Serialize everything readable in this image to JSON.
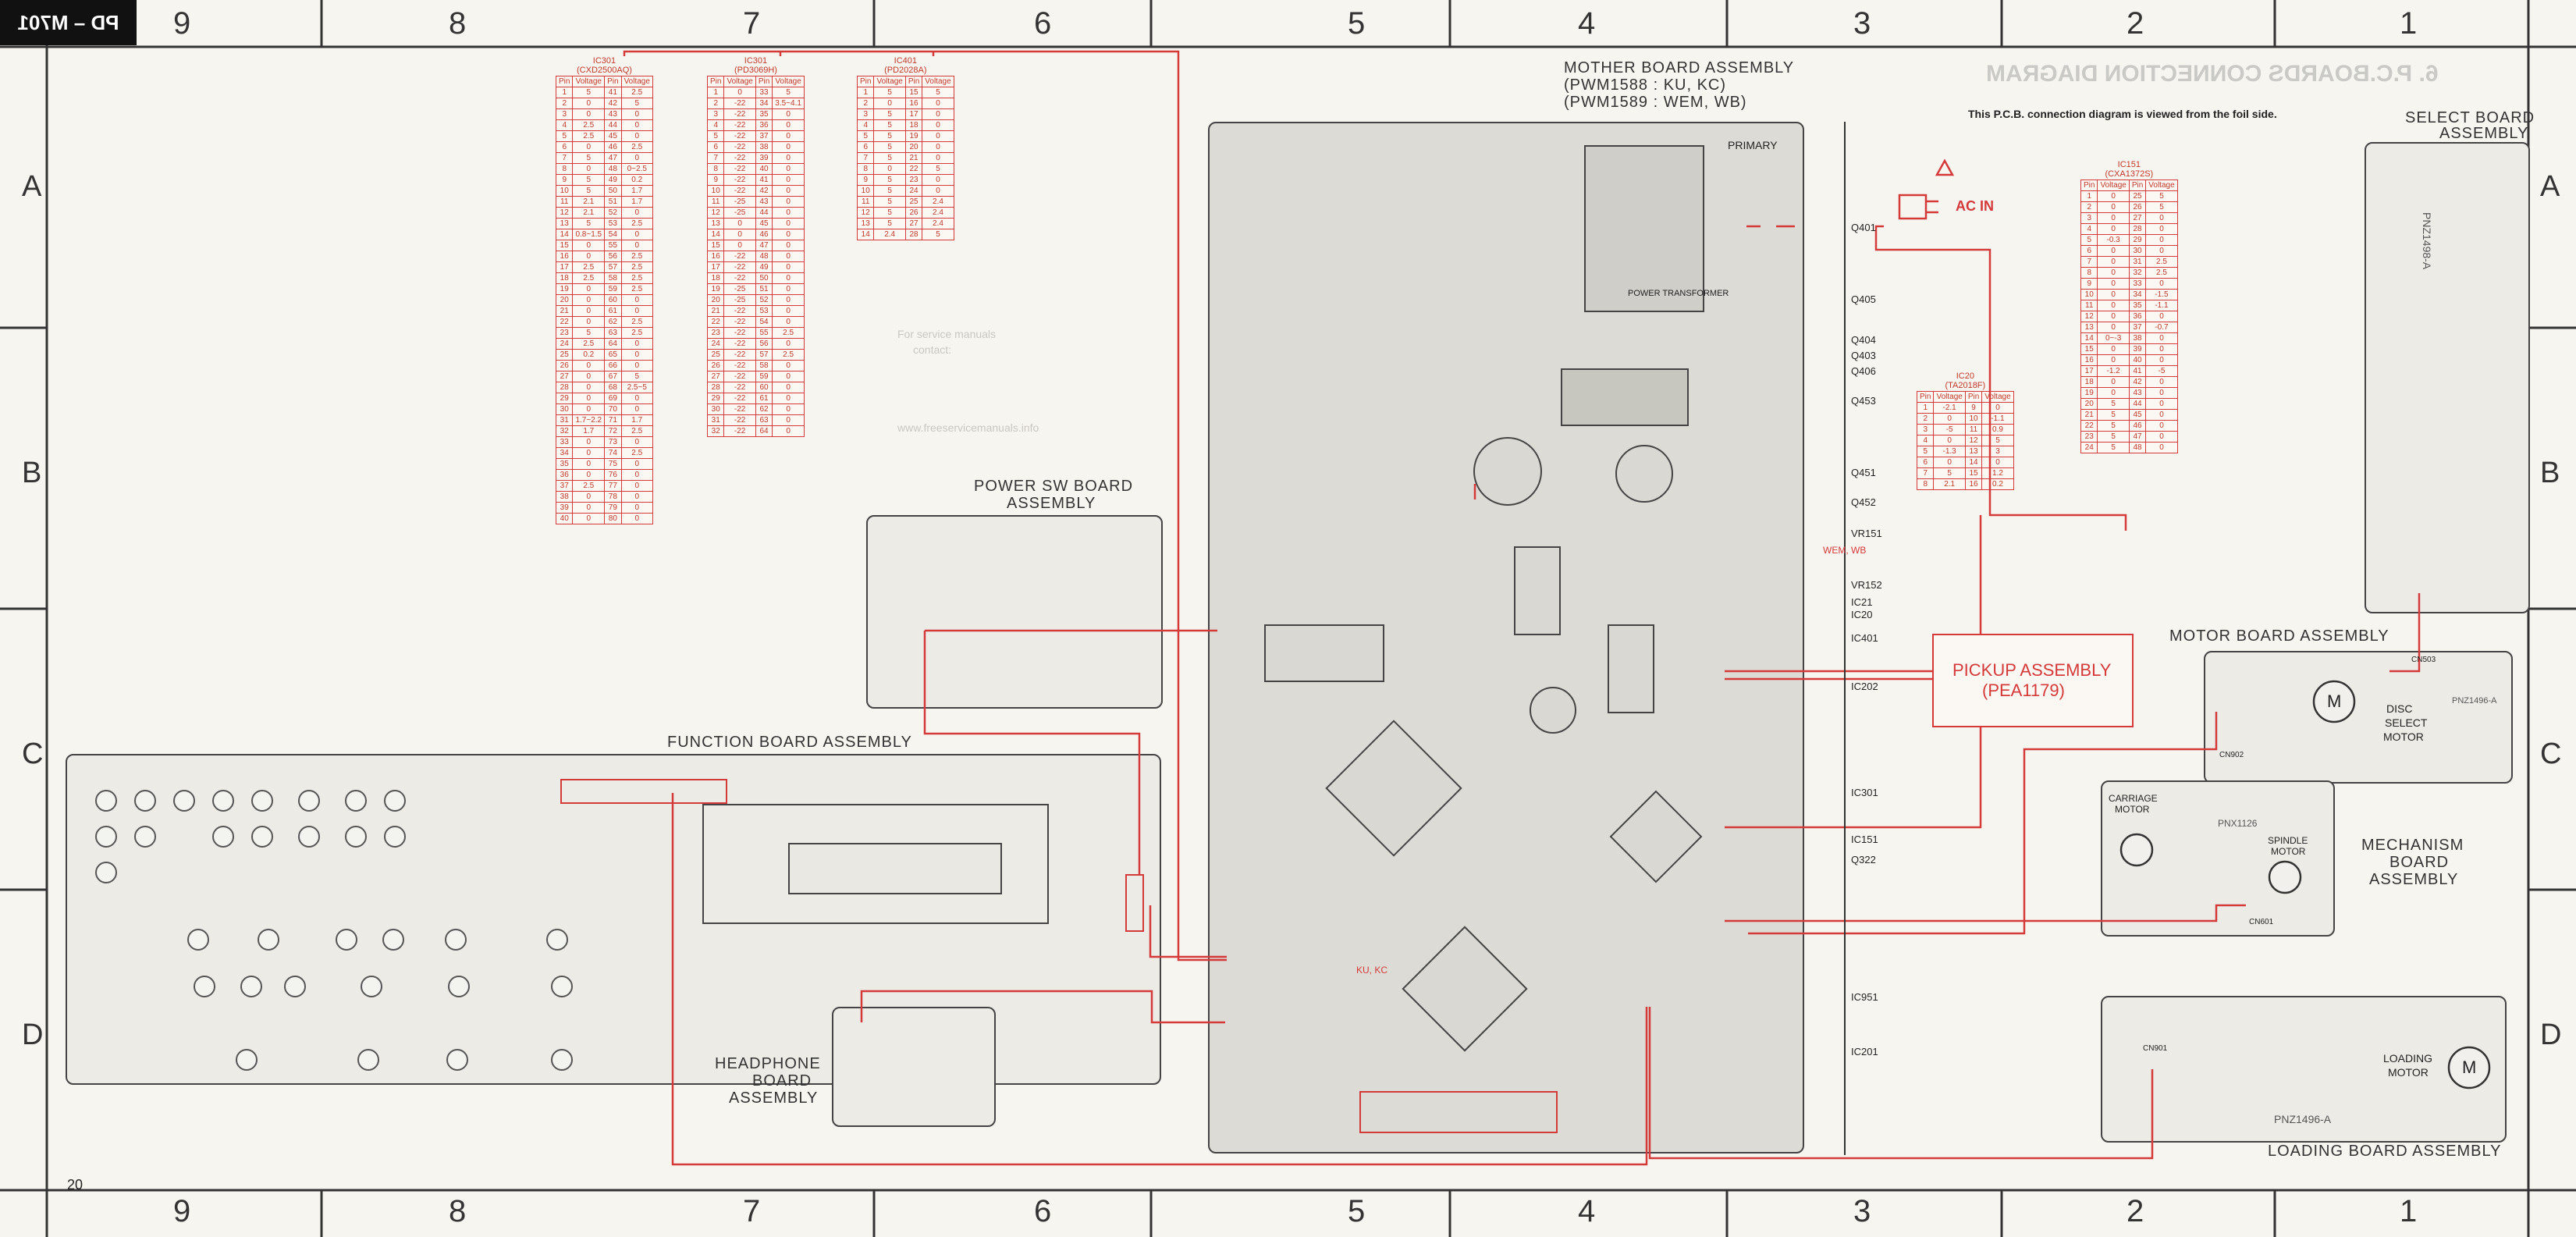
{
  "page_tag": "PD – M701",
  "page_number": "20",
  "title": "6. P.C.BOARDS CONNECTION DIAGRAM",
  "note": "This P.C.B. connection diagram is viewed from the foil side.",
  "grid_columns": [
    "9",
    "8",
    "7",
    "6",
    "5",
    "4",
    "3",
    "2",
    "1"
  ],
  "grid_rows": [
    "A",
    "B",
    "C",
    "D"
  ],
  "boards": {
    "mother": [
      "MOTHER BOARD ASSEMBLY",
      "(PWM1588 : KU, KC)",
      "(PWM1589 : WEM, WB)"
    ],
    "power_sw": [
      "POWER SW BOARD",
      "ASSEMBLY"
    ],
    "function": "FUNCTION BOARD ASSEMBLY",
    "headphone": [
      "HEADPHONE",
      "BOARD",
      "ASSEMBLY"
    ],
    "select": [
      "SELECT BOARD",
      "ASSEMBLY"
    ],
    "motor": "MOTOR BOARD ASSEMBLY",
    "mechanism": [
      "MECHANISM",
      "BOARD",
      "ASSEMBLY"
    ],
    "loading": "LOADING BOARD ASSEMBLY",
    "pickup": [
      "PICKUP ASSEMBLY",
      "(PEA1179)"
    ]
  },
  "labels": {
    "ac_in": "AC IN",
    "primary": "PRIMARY",
    "power_transformer": "POWER TRANSFORMER",
    "disc_select_motor": [
      "DISC",
      "SELECT",
      "MOTOR"
    ],
    "loading_motor": [
      "LOADING",
      "MOTOR"
    ],
    "carriage_motor": [
      "CARRIAGE",
      "MOTOR"
    ],
    "spindle_motor": [
      "SPINDLE",
      "MOTOR"
    ],
    "m": "M",
    "wem_wb": "WEM, WB",
    "ku_kc": "KU, KC",
    "pnz_loading": "PNZ1496-A",
    "pnz_select": "PNZ1498-A",
    "pnz_motor": "PNZ1496-A",
    "pnx": "PNX1126",
    "cn_labels": [
      "CN901",
      "CN902",
      "CN601",
      "CN503"
    ],
    "ic_list": [
      "IC951",
      "IC201",
      "IC301",
      "IC151",
      "Q322",
      "IC202",
      "IC401",
      "IC21",
      "IC20",
      "VR151",
      "VR152",
      "Q451",
      "Q453",
      "Q452",
      "Q404",
      "Q405",
      "Q403",
      "Q406",
      "Q401"
    ],
    "watermark": [
      "For service manuals",
      "contact:",
      "www.freeservicemanuals.info"
    ]
  },
  "tables": [
    {
      "caption": [
        "IC401",
        "(PD2028A)"
      ],
      "headers": [
        "Pin",
        "Voltage",
        "Pin",
        "Voltage"
      ],
      "rows": [
        [
          "1",
          "5",
          "15",
          "5"
        ],
        [
          "2",
          "0",
          "16",
          "0"
        ],
        [
          "3",
          "5",
          "17",
          "0"
        ],
        [
          "4",
          "5",
          "18",
          "0"
        ],
        [
          "5",
          "5",
          "19",
          "0"
        ],
        [
          "6",
          "5",
          "20",
          "0"
        ],
        [
          "7",
          "5",
          "21",
          "0"
        ],
        [
          "8",
          "0",
          "22",
          "5"
        ],
        [
          "9",
          "5",
          "23",
          "0"
        ],
        [
          "10",
          "5",
          "24",
          "0"
        ],
        [
          "11",
          "5",
          "25",
          "2.4"
        ],
        [
          "12",
          "5",
          "26",
          "2.4"
        ],
        [
          "13",
          "5",
          "27",
          "2.4"
        ],
        [
          "14",
          "2.4",
          "28",
          "5"
        ]
      ]
    },
    {
      "caption": [
        "IC301",
        "(PD3069H)"
      ],
      "headers": [
        "Pin",
        "Voltage",
        "Pin",
        "Voltage"
      ],
      "rows": [
        [
          "1",
          "0",
          "33",
          "5"
        ],
        [
          "2",
          "-22",
          "34",
          "3.5~4.1"
        ],
        [
          "3",
          "-22",
          "35",
          "0"
        ],
        [
          "4",
          "-22",
          "36",
          "0"
        ],
        [
          "5",
          "-22",
          "37",
          "0"
        ],
        [
          "6",
          "-22",
          "38",
          "0"
        ],
        [
          "7",
          "-22",
          "39",
          "0"
        ],
        [
          "8",
          "-22",
          "40",
          "0"
        ],
        [
          "9",
          "-22",
          "41",
          "0"
        ],
        [
          "10",
          "-22",
          "42",
          "0"
        ],
        [
          "11",
          "-25",
          "43",
          "0"
        ],
        [
          "12",
          "-25",
          "44",
          "0"
        ],
        [
          "13",
          "0",
          "45",
          "0"
        ],
        [
          "14",
          "0",
          "46",
          "0"
        ],
        [
          "15",
          "0",
          "47",
          "0"
        ],
        [
          "16",
          "-22",
          "48",
          "0"
        ],
        [
          "17",
          "-22",
          "49",
          "0"
        ],
        [
          "18",
          "-22",
          "50",
          "0"
        ],
        [
          "19",
          "-25",
          "51",
          "0"
        ],
        [
          "20",
          "-25",
          "52",
          "0"
        ],
        [
          "21",
          "-22",
          "53",
          "0"
        ],
        [
          "22",
          "-22",
          "54",
          "0"
        ],
        [
          "23",
          "-22",
          "55",
          "2.5"
        ],
        [
          "24",
          "-22",
          "56",
          "0"
        ],
        [
          "25",
          "-22",
          "57",
          "2.5"
        ],
        [
          "26",
          "-22",
          "58",
          "0"
        ],
        [
          "27",
          "-22",
          "59",
          "0"
        ],
        [
          "28",
          "-22",
          "60",
          "0"
        ],
        [
          "29",
          "-22",
          "61",
          "0"
        ],
        [
          "30",
          "-22",
          "62",
          "0"
        ],
        [
          "31",
          "-22",
          "63",
          "0"
        ],
        [
          "32",
          "-22",
          "64",
          "0"
        ]
      ]
    },
    {
      "caption": [
        "IC301",
        "(CXD2500AQ)"
      ],
      "headers": [
        "Pin",
        "Voltage",
        "Pin",
        "Voltage"
      ],
      "rows": [
        [
          "1",
          "5",
          "41",
          "2.5"
        ],
        [
          "2",
          "0",
          "42",
          "5"
        ],
        [
          "3",
          "0",
          "43",
          "0"
        ],
        [
          "4",
          "2.5",
          "44",
          "0"
        ],
        [
          "5",
          "2.5",
          "45",
          "0"
        ],
        [
          "6",
          "0",
          "46",
          "2.5"
        ],
        [
          "7",
          "5",
          "47",
          "0"
        ],
        [
          "8",
          "0",
          "48",
          "0~2.5"
        ],
        [
          "9",
          "5",
          "49",
          "0.2"
        ],
        [
          "10",
          "5",
          "50",
          "1.7"
        ],
        [
          "11",
          "2.1",
          "51",
          "1.7"
        ],
        [
          "12",
          "2.1",
          "52",
          "0"
        ],
        [
          "13",
          "5",
          "53",
          "2.5"
        ],
        [
          "14",
          "0.8~1.5",
          "54",
          "0"
        ],
        [
          "15",
          "0",
          "55",
          "0"
        ],
        [
          "16",
          "0",
          "56",
          "2.5"
        ],
        [
          "17",
          "2.5",
          "57",
          "2.5"
        ],
        [
          "18",
          "2.5",
          "58",
          "2.5"
        ],
        [
          "19",
          "0",
          "59",
          "2.5"
        ],
        [
          "20",
          "0",
          "60",
          "0"
        ],
        [
          "21",
          "0",
          "61",
          "0"
        ],
        [
          "22",
          "0",
          "62",
          "2.5"
        ],
        [
          "23",
          "5",
          "63",
          "2.5"
        ],
        [
          "24",
          "2.5",
          "64",
          "0"
        ],
        [
          "25",
          "0.2",
          "65",
          "0"
        ],
        [
          "26",
          "0",
          "66",
          "0"
        ],
        [
          "27",
          "0",
          "67",
          "5"
        ],
        [
          "28",
          "0",
          "68",
          "2.5~5"
        ],
        [
          "29",
          "0",
          "69",
          "0"
        ],
        [
          "30",
          "0",
          "70",
          "0"
        ],
        [
          "31",
          "1.7~2.2",
          "71",
          "1.7"
        ],
        [
          "32",
          "1.7",
          "72",
          "2.5"
        ],
        [
          "33",
          "0",
          "73",
          "0"
        ],
        [
          "34",
          "0",
          "74",
          "2.5"
        ],
        [
          "35",
          "0",
          "75",
          "0"
        ],
        [
          "36",
          "0",
          "76",
          "0"
        ],
        [
          "37",
          "2.5",
          "77",
          "0"
        ],
        [
          "38",
          "0",
          "78",
          "0"
        ],
        [
          "39",
          "0",
          "79",
          "0"
        ],
        [
          "40",
          "0",
          "80",
          "0"
        ]
      ]
    },
    {
      "caption": [
        "IC20",
        "(TA2018F)"
      ],
      "headers": [
        "Pin",
        "Voltage",
        "Pin",
        "Voltage"
      ],
      "rows": [
        [
          "1",
          "-2.1",
          "9",
          "0"
        ],
        [
          "2",
          "0",
          "10",
          "-1.1"
        ],
        [
          "3",
          "-5",
          "11",
          "0.9"
        ],
        [
          "4",
          "0",
          "12",
          "5"
        ],
        [
          "5",
          "-1.3",
          "13",
          "3"
        ],
        [
          "6",
          "0",
          "14",
          "0"
        ],
        [
          "7",
          "5",
          "15",
          "1.2"
        ],
        [
          "8",
          "2.1",
          "16",
          "0.2"
        ]
      ]
    },
    {
      "caption": [
        "IC151",
        "(CXA1372S)"
      ],
      "headers": [
        "Pin",
        "Voltage",
        "Pin",
        "Voltage"
      ],
      "rows": [
        [
          "1",
          "0",
          "25",
          "5"
        ],
        [
          "2",
          "0",
          "26",
          "5"
        ],
        [
          "3",
          "0",
          "27",
          "0"
        ],
        [
          "4",
          "0",
          "28",
          "0"
        ],
        [
          "5",
          "-0.3",
          "29",
          "0"
        ],
        [
          "6",
          "0",
          "30",
          "0"
        ],
        [
          "7",
          "0",
          "31",
          "2.5"
        ],
        [
          "8",
          "0",
          "32",
          "2.5"
        ],
        [
          "9",
          "0",
          "33",
          "0"
        ],
        [
          "10",
          "0",
          "34",
          "-1.5"
        ],
        [
          "11",
          "0",
          "35",
          "-1.1"
        ],
        [
          "12",
          "0",
          "36",
          "0"
        ],
        [
          "13",
          "0",
          "37",
          "-0.7"
        ],
        [
          "14",
          "0~-3",
          "38",
          "0"
        ],
        [
          "15",
          "0",
          "39",
          "0"
        ],
        [
          "16",
          "0",
          "40",
          "0"
        ],
        [
          "17",
          "-1.2",
          "41",
          "-5"
        ],
        [
          "18",
          "0",
          "42",
          "0"
        ],
        [
          "19",
          "0",
          "43",
          "0"
        ],
        [
          "20",
          "5",
          "44",
          "0"
        ],
        [
          "21",
          "5",
          "45",
          "0"
        ],
        [
          "22",
          "5",
          "46",
          "0"
        ],
        [
          "23",
          "5",
          "47",
          "0"
        ],
        [
          "24",
          "5",
          "48",
          "0"
        ]
      ]
    }
  ]
}
